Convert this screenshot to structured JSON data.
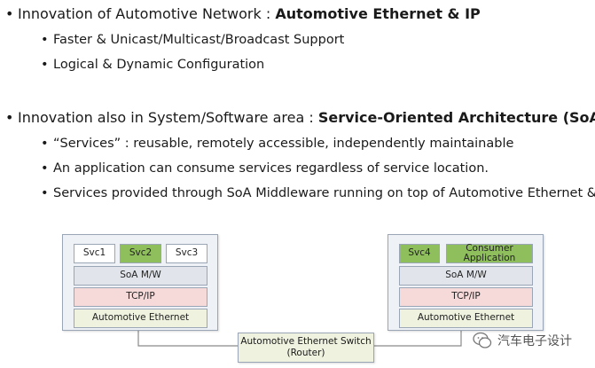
{
  "bullets": [
    {
      "text": "Innovation of Automotive Network : ",
      "bold": "Automotive Ethernet & IP"
    },
    {
      "text": "Faster & Unicast/Multicast/Broadcast Support"
    },
    {
      "text": "Logical & Dynamic Configuration"
    },
    {
      "text": "Innovation also in System/Software area : ",
      "bold": "Service-Oriented Architecture (SoA)"
    },
    {
      "text": "“Services” : reusable, remotely accessible, independently maintainable"
    },
    {
      "text": "An application can consume services regardless of service location."
    },
    {
      "text": "Services provided through SoA Middleware running on top of Automotive Ethernet & IP."
    }
  ],
  "left_node": {
    "services": [
      "Svc1",
      "Svc2",
      "Svc3"
    ],
    "middleware": "SoA M/W",
    "tcpip": "TCP/IP",
    "ethernet": "Automotive Ethernet"
  },
  "right_node": {
    "services": [
      "Svc4",
      "Consumer Application"
    ],
    "middleware": "SoA M/W",
    "tcpip": "TCP/IP",
    "ethernet": "Automotive Ethernet"
  },
  "switch": {
    "line1": "Automotive Ethernet Switch",
    "line2": "(Router)"
  },
  "watermark": {
    "text": "汽车电子设计"
  },
  "colors": {
    "service_green": "#8fbf5d",
    "tcpip_pink": "#f6d9d9",
    "ethernet_cream": "#eef2df",
    "mw_grey": "#e1e5eb"
  }
}
